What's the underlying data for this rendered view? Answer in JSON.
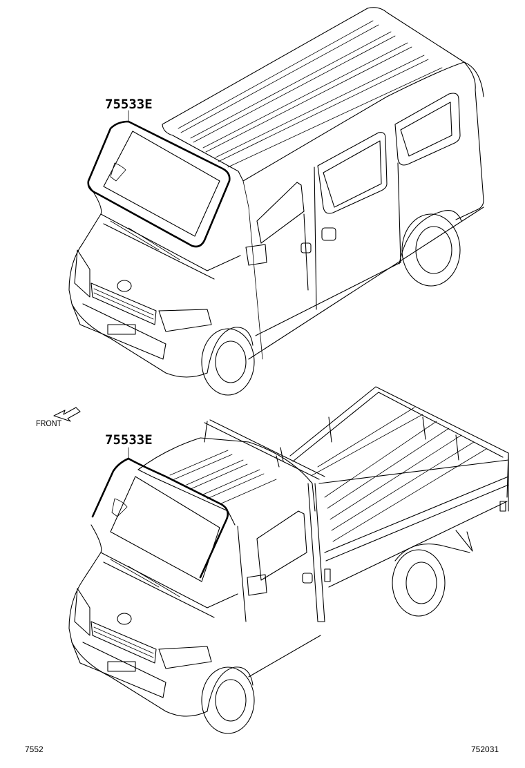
{
  "callouts": {
    "van_part": "75533E",
    "truck_part": "75533E"
  },
  "direction_label": "FRONT",
  "footer": {
    "left_code": "7552",
    "right_code": "752031"
  }
}
